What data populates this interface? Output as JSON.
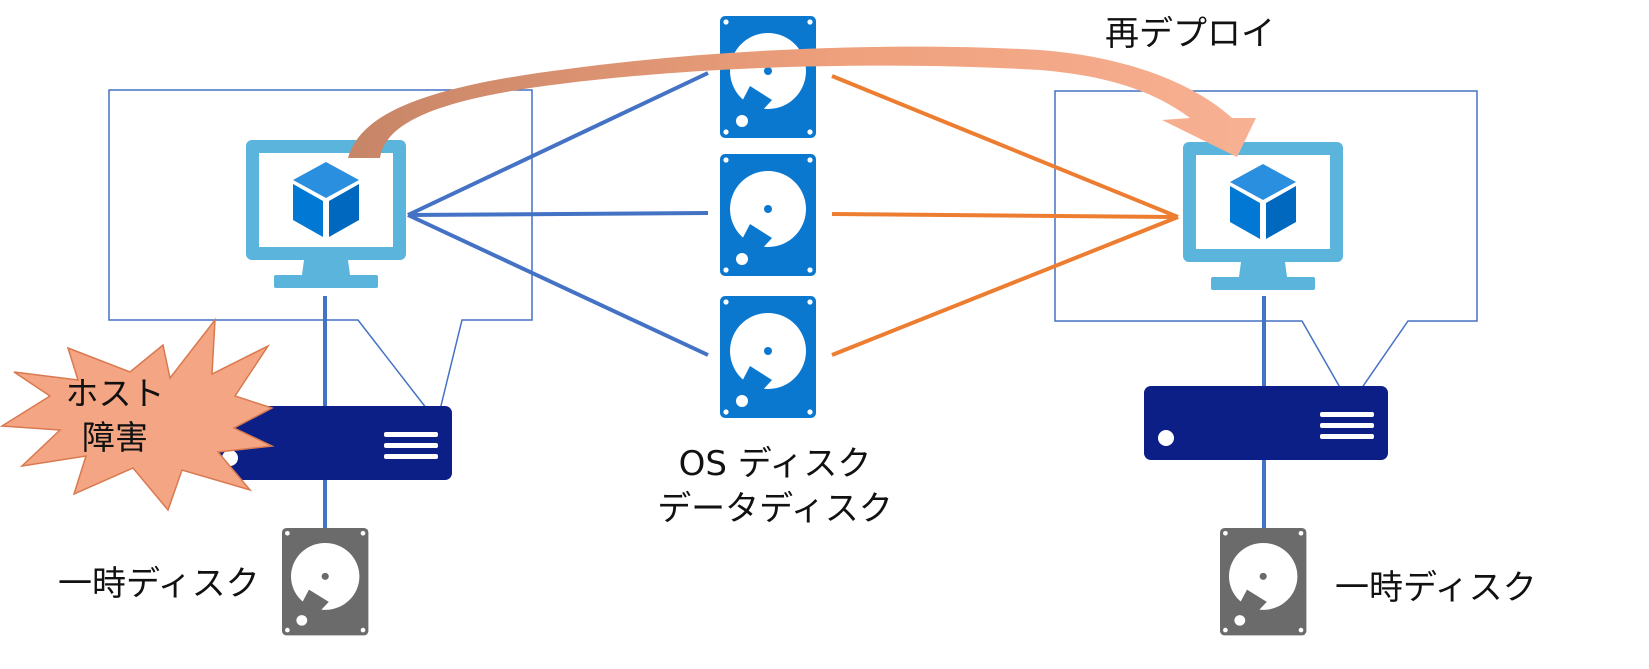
{
  "labels": {
    "redeploy": "再デプロイ",
    "os_disk": "OS ディスク",
    "data_disk": "データディスク",
    "temp_disk_left": "一時ディスク",
    "temp_disk_right": "一時ディスク",
    "host_fault_line1": "ホスト",
    "host_fault_line2": "障害"
  },
  "colors": {
    "vm_frame": "#5ab4dc",
    "vm_cube": "#0078d4",
    "disk_blue": "#0b78d0",
    "disk_gray": "#6b6b6b",
    "server": "#0c1f86",
    "link_blue": "#4472c4",
    "link_orange": "#ed7d31",
    "burst_fill": "#f4a583",
    "burst_stroke": "#d9794f"
  },
  "icons": [
    "vm-monitor-icon",
    "managed-disk-icon",
    "temp-disk-icon",
    "server-icon",
    "explosion-burst-icon",
    "redeploy-arrow-icon"
  ]
}
